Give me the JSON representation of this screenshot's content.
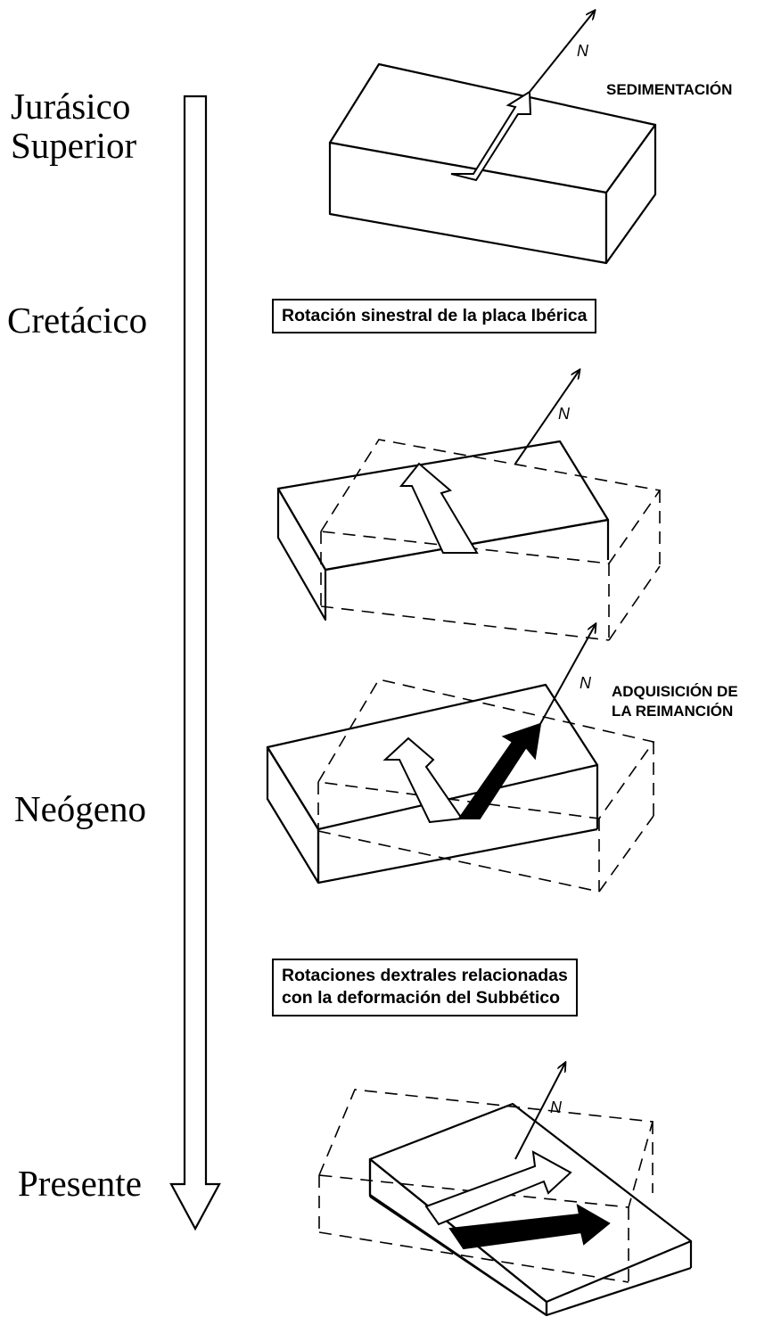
{
  "timeline": {
    "eras": [
      "Jurásico",
      "Superior",
      "Cretácico",
      "Neógeno",
      "Presente"
    ]
  },
  "stages": {
    "sedimentation_label": "SEDIMENTACIÓN",
    "cretaceous_box": "Rotación sinestral de la placa Ibérica",
    "remanence_label": [
      "ADQUISICIÓN DE",
      "LA REIMANCIÓN"
    ],
    "neogene_box": [
      "Rotaciones dextrales relacionadas",
      "con la deformación del Subbético"
    ]
  },
  "north_label": "N",
  "colors": {
    "ink": "#000000",
    "paper": "#ffffff"
  }
}
